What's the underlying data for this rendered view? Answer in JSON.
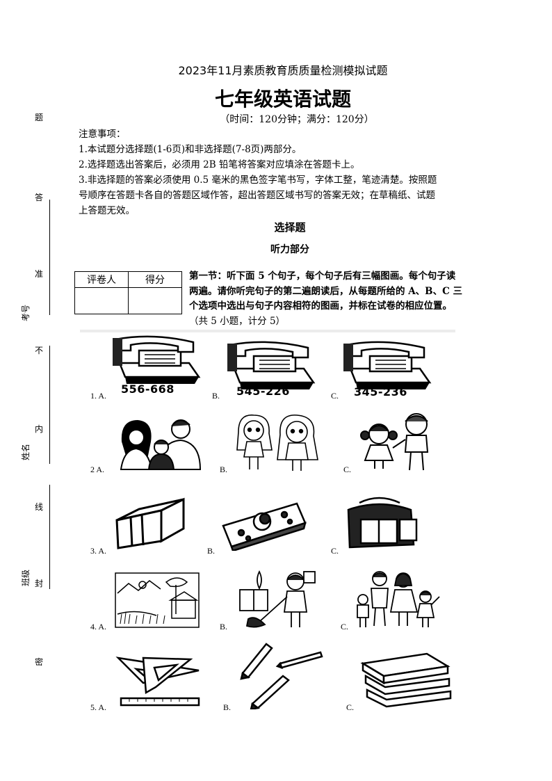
{
  "header": {
    "exam_title": "2023年11月素质教育质质量检测模拟试题",
    "main_title": "七年级英语试题",
    "time_info": "（时间：120分钟；满分：120分）"
  },
  "notice": {
    "title": "注意事项：",
    "items": [
      "1.本试题分选择题(1-6页)和非选择题(7-8页)两部分。",
      "2.选择题选出答案后，必须用 2B 铅笔将答案对应填涂在答题卡上。",
      "3.非选择题的答案必须使用 0.5 毫米的黑色签字笔书写，字体工整，笔迹清楚。按照题",
      "号顺序在答题卡各自的答题区域作答，超出答题区域书写的答案无效；在草稿纸、试题",
      "上答题无效。"
    ]
  },
  "section": {
    "title": "选择题",
    "subtitle": "听力部分"
  },
  "grader_table": {
    "col1": "评卷人",
    "col2": "得分"
  },
  "part1_instructions": [
    "第一节：听下面 5 个句子，每个句子后有三幅图画。每个句子读",
    "两遍。请你听完句子的第二遍朗读后，从每题所给的 A、B、C 三",
    "个选项中选出与句子内容相符的图画，并标在试卷的相应位置。",
    "（共 5 小题，计分 5）"
  ],
  "binding_margin": {
    "chars": [
      "题",
      "答",
      "准",
      "不",
      "内",
      "线",
      "封",
      "密"
    ],
    "labels": [
      "考号",
      "姓名",
      "班级"
    ]
  },
  "questions": [
    {
      "label_a": "1. A.",
      "label_b": "B.",
      "label_c": "C.",
      "numbers": [
        "556-668",
        "545-226",
        "345-236"
      ],
      "icons": [
        "telephone-icon",
        "telephone-icon",
        "telephone-icon"
      ]
    },
    {
      "label_a": "2  A.",
      "label_b": "B.",
      "label_c": "C.",
      "icons": [
        "family-icon",
        "two-girls-icon",
        "boy-and-girl-icon"
      ]
    },
    {
      "label_a": "3. A.",
      "label_b": "B.",
      "label_c": "C.",
      "icons": [
        "eraser-icon",
        "pencil-box-icon",
        "schoolbag-icon"
      ]
    },
    {
      "label_a": "4. A.",
      "label_b": "B.",
      "label_c": "C.",
      "icons": [
        "house-landscape-icon",
        "girl-sweeping-icon",
        "family-of-four-icon"
      ]
    },
    {
      "label_a": "5. A.",
      "label_b": "B.",
      "label_c": "C.",
      "icons": [
        "rulers-icon",
        "pens-icon",
        "books-icon"
      ]
    }
  ]
}
